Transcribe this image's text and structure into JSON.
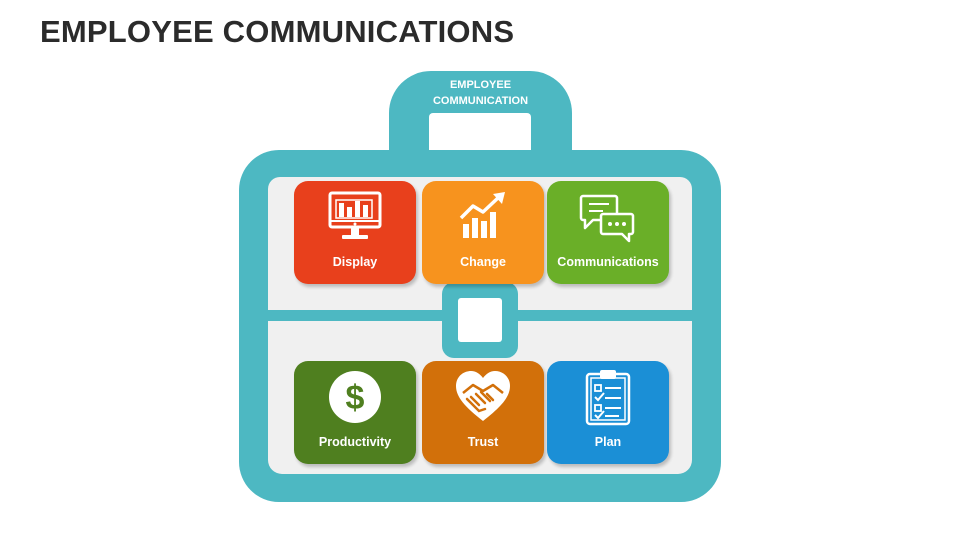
{
  "title": "EMPLOYEE COMMUNICATIONS",
  "handle": {
    "label_line1": "EMPLOYEE",
    "label_line2": "COMMUNICATION"
  },
  "colors": {
    "briefcase": "#4db8c2",
    "inner": "#f0f0f0",
    "title": "#2b2b2b"
  },
  "tiles": [
    {
      "label": "Display",
      "icon": "monitor-chart-icon",
      "color": "#e8401c"
    },
    {
      "label": "Change",
      "icon": "growth-chart-icon",
      "color": "#f7931e"
    },
    {
      "label": "Communications",
      "icon": "chat-bubbles-icon",
      "color": "#6aaf28"
    },
    {
      "label": "Productivity",
      "icon": "dollar-coin-icon",
      "color": "#4f7f1f"
    },
    {
      "label": "Trust",
      "icon": "handshake-heart-icon",
      "color": "#d2700a"
    },
    {
      "label": "Plan",
      "icon": "clipboard-checklist-icon",
      "color": "#1b8fd6"
    }
  ]
}
